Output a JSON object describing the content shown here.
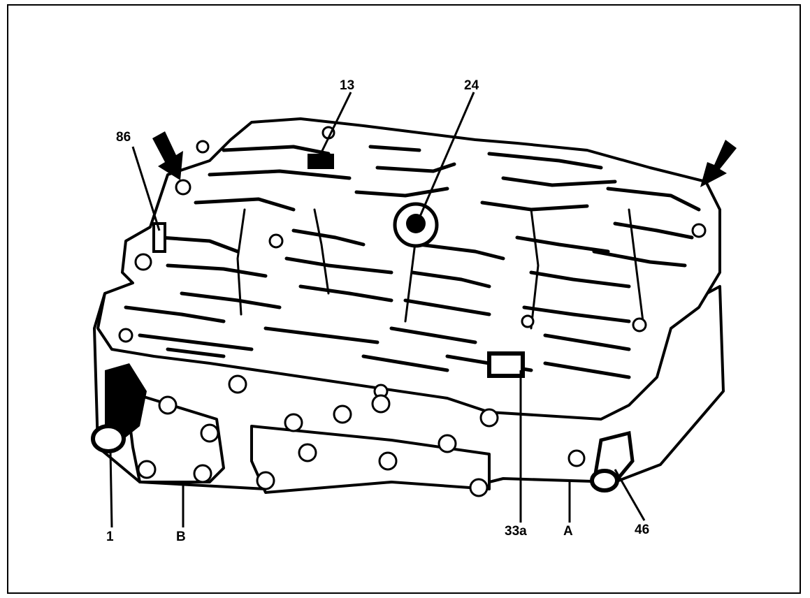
{
  "diagram": {
    "labels": {
      "l86": "86",
      "l13": "13",
      "l24": "24",
      "l1": "1",
      "lB": "B",
      "l33a": "33a",
      "lA": "A",
      "l46": "46"
    },
    "colors": {
      "ink": "#000000",
      "paper": "#ffffff"
    },
    "icons": [
      "arrow-down-right-icon",
      "arrow-down-left-icon"
    ]
  }
}
